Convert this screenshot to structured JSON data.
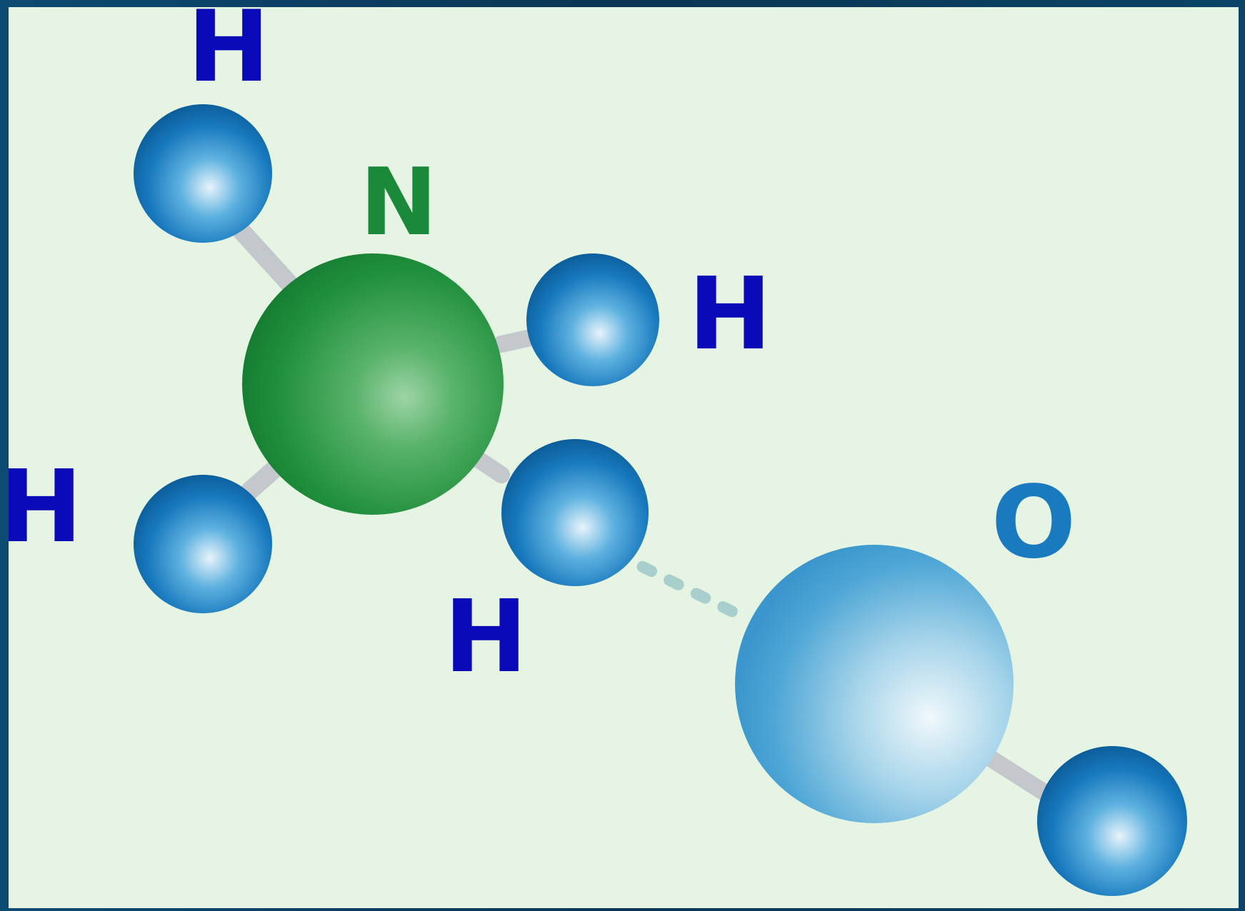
{
  "diagram": {
    "atoms": [
      {
        "id": "n",
        "symbol": "N",
        "color": "#1a8a3a"
      },
      {
        "id": "h1",
        "symbol": "H",
        "color": "#0a0ab8"
      },
      {
        "id": "h2",
        "symbol": "H",
        "color": "#0a0ab8"
      },
      {
        "id": "h3",
        "symbol": "H",
        "color": "#0a0ab8"
      },
      {
        "id": "h4",
        "symbol": "H",
        "color": "#0a0ab8"
      },
      {
        "id": "o",
        "symbol": "O",
        "color": "#1a7ac0"
      }
    ],
    "colors": {
      "background": "#e6f5e3",
      "border": "#0b3a5a",
      "nitrogen": "#1f8f3c",
      "hydrogen": "#1a7cc4",
      "oxygen": "#5ab0dc",
      "bond": "#c4c8cc",
      "hydrogen_bond": "#9ec9c8"
    }
  }
}
